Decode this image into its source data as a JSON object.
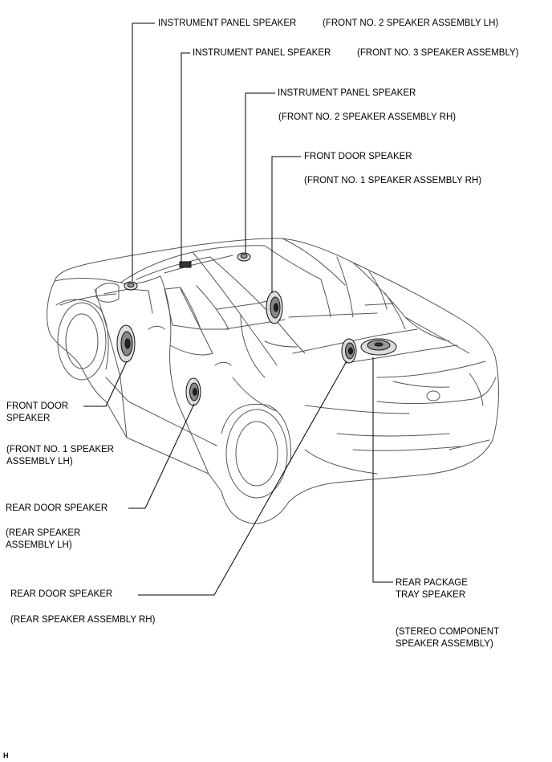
{
  "labels": {
    "ip_lh_name": "INSTRUMENT PANEL SPEAKER",
    "ip_lh_part": "(FRONT NO. 2 SPEAKER ASSEMBLY LH)",
    "ip_center_name": "INSTRUMENT PANEL SPEAKER",
    "ip_center_part": "(FRONT NO. 3 SPEAKER ASSEMBLY)",
    "ip_rh_name": "INSTRUMENT PANEL SPEAKER",
    "ip_rh_part": "(FRONT NO. 2 SPEAKER ASSEMBLY RH)",
    "fd_rh_name": "FRONT DOOR SPEAKER",
    "fd_rh_part": "(FRONT NO. 1 SPEAKER ASSEMBLY RH)",
    "fd_lh_name_1": "FRONT DOOR",
    "fd_lh_name_2": "SPEAKER",
    "fd_lh_part_1": "(FRONT NO. 1 SPEAKER",
    "fd_lh_part_2": "ASSEMBLY LH)",
    "rd_lh_name": "REAR DOOR SPEAKER",
    "rd_lh_part_1": "(REAR SPEAKER",
    "rd_lh_part_2": "ASSEMBLY LH)",
    "rd_rh_name": "REAR DOOR SPEAKER",
    "rd_rh_part": "(REAR SPEAKER ASSEMBLY RH)",
    "rp_name_1": "REAR PACKAGE",
    "rp_name_2": "TRAY SPEAKER",
    "rp_part_1": "(STEREO COMPONENT",
    "rp_part_2": "SPEAKER ASSEMBLY)"
  },
  "corner_mark": "H"
}
